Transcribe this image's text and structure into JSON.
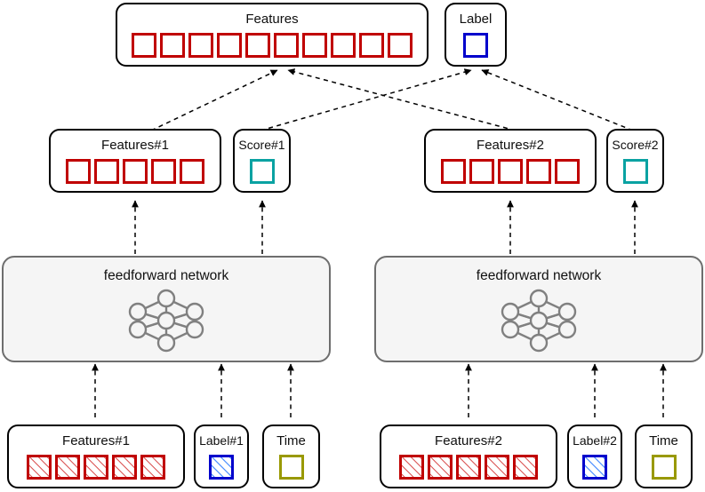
{
  "diagram": {
    "title": "two-branch feedforward network feature/label aggregation diagram",
    "colors": {
      "feature_red": "#c00000",
      "label_blue": "#0000cc",
      "label_hatch_blue": "#3d85ff",
      "score_teal": "#0aa2a2",
      "time_olive": "#999900",
      "node_border": "#000000",
      "network_fill": "#f5f5f5",
      "network_border": "#6e6e6e",
      "network_icon": "#808080",
      "edge": "#000000"
    },
    "output_layer": {
      "features": {
        "label": "Features",
        "cell_count": 10,
        "cell_color": "#c00000",
        "hatched": false
      },
      "label_box": {
        "label": "Label",
        "cell_count": 1,
        "cell_color": "#0000cc",
        "hatched": false
      }
    },
    "branches": [
      {
        "id": "branch-1",
        "suffix": "#1",
        "mid": {
          "features": {
            "label": "Features#1",
            "cell_count": 5,
            "cell_color": "#c00000",
            "hatched": false
          },
          "score": {
            "label": "Score#1",
            "cell_count": 1,
            "cell_color": "#0aa2a2",
            "hatched": false
          }
        },
        "network": {
          "label": "feedforward network",
          "icon": "neural-network-icon"
        },
        "inputs": {
          "features": {
            "label": "Features#1",
            "cell_count": 5,
            "cell_color": "#c00000",
            "hatched": true
          },
          "label": {
            "label": "Label#1",
            "cell_count": 1,
            "cell_color": "#0000cc",
            "hatched": true
          },
          "time": {
            "label": "Time",
            "cell_count": 1,
            "cell_color": "#999900",
            "hatched": false
          }
        }
      },
      {
        "id": "branch-2",
        "suffix": "#2",
        "mid": {
          "features": {
            "label": "Features#2",
            "cell_count": 5,
            "cell_color": "#c00000",
            "hatched": false
          },
          "score": {
            "label": "Score#2",
            "cell_count": 1,
            "cell_color": "#0aa2a2",
            "hatched": false
          }
        },
        "network": {
          "label": "feedforward network",
          "icon": "neural-network-icon"
        },
        "inputs": {
          "features": {
            "label": "Features#2",
            "cell_count": 5,
            "cell_color": "#c00000",
            "hatched": true
          },
          "label": {
            "label": "Label#2",
            "cell_count": 1,
            "cell_color": "#0000cc",
            "hatched": true
          },
          "time": {
            "label": "Time",
            "cell_count": 1,
            "cell_color": "#999900",
            "hatched": false
          }
        }
      }
    ],
    "edges": [
      {
        "name": "features1-to-features",
        "from": "features-1-mid",
        "to": "features-out",
        "style": "dashed-arrow"
      },
      {
        "name": "features2-to-features",
        "from": "features-2-mid",
        "to": "features-out",
        "style": "dashed-arrow"
      },
      {
        "name": "score1-to-label",
        "from": "score-1",
        "to": "label-out",
        "style": "dashed-arrow"
      },
      {
        "name": "score2-to-label",
        "from": "score-2",
        "to": "label-out",
        "style": "dashed-arrow"
      },
      {
        "name": "network1-to-features1",
        "from": "network-1",
        "to": "features-1-mid",
        "style": "dashed-arrow"
      },
      {
        "name": "network1-to-score1",
        "from": "network-1",
        "to": "score-1",
        "style": "dashed-arrow"
      },
      {
        "name": "network2-to-features2",
        "from": "network-2",
        "to": "features-2-mid",
        "style": "dashed-arrow"
      },
      {
        "name": "network2-to-score2",
        "from": "network-2",
        "to": "score-2",
        "style": "dashed-arrow"
      },
      {
        "name": "input-features1-to-network1",
        "from": "features-1-in",
        "to": "network-1",
        "style": "dashed-arrow"
      },
      {
        "name": "input-label1-to-network1",
        "from": "label-1-in",
        "to": "network-1",
        "style": "dashed-arrow"
      },
      {
        "name": "input-time1-to-network1",
        "from": "time-1-in",
        "to": "network-1",
        "style": "dashed-arrow"
      },
      {
        "name": "input-features2-to-network2",
        "from": "features-2-in",
        "to": "network-2",
        "style": "dashed-arrow"
      },
      {
        "name": "input-label2-to-network2",
        "from": "label-2-in",
        "to": "network-2",
        "style": "dashed-arrow"
      },
      {
        "name": "input-time2-to-network2",
        "from": "time-2-in",
        "to": "network-2",
        "style": "dashed-arrow"
      }
    ]
  }
}
